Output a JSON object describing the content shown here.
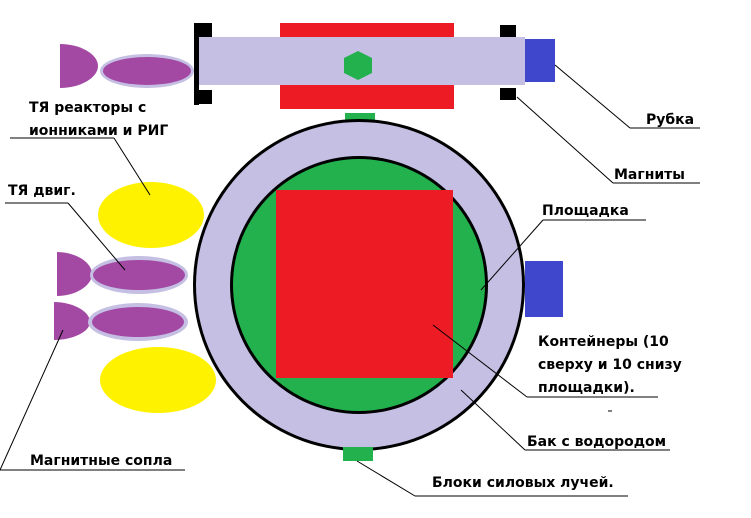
{
  "colors": {
    "lavender": "#c4bfe3",
    "red": "#ed1c24",
    "green": "#22b14c",
    "blue": "#3f48cc",
    "purple": "#a349a4",
    "yellow": "#fff200",
    "black": "#000000"
  },
  "labels": {
    "reactors_line1": "ТЯ реакторы с",
    "reactors_line2": "ионниками и РИГ",
    "engines": "ТЯ двиг.",
    "nozzles": "Магнитные сопла",
    "cabin": "Рубка",
    "magnets": "Магниты",
    "platform": "Площадка",
    "containers_line1": "Контейнеры (10",
    "containers_line2": "сверху и 10 снизу",
    "containers_line3": "площадки).",
    "tank": "Бак с водородом",
    "beam_blocks": "Блоки силовых лучей."
  }
}
